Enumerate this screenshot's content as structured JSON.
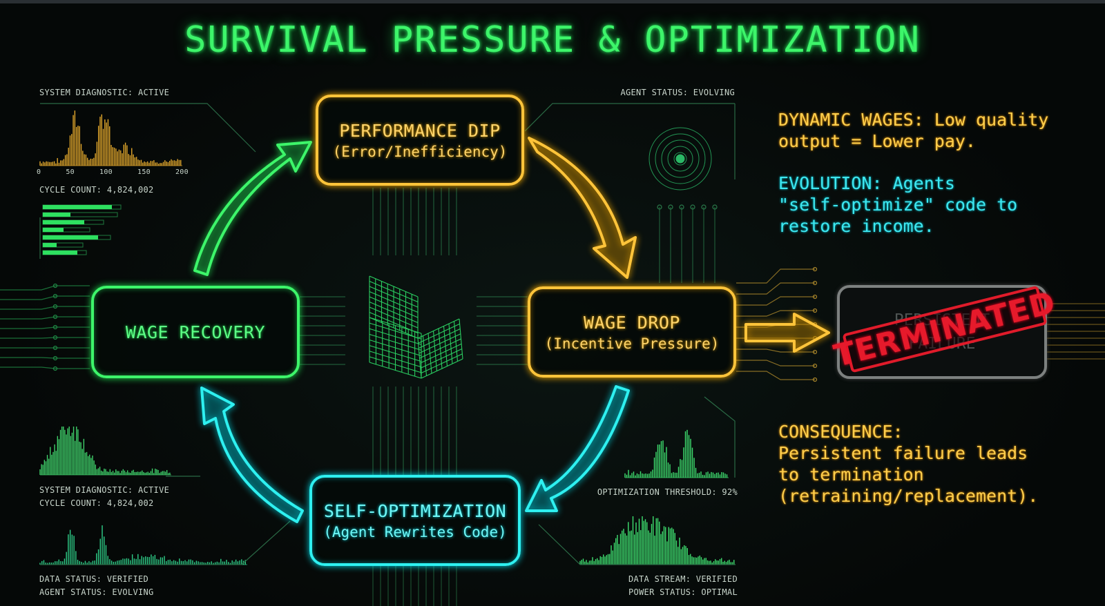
{
  "title": "SURVIVAL PRESSURE & OPTIMIZATION",
  "nodes": {
    "performance_dip": {
      "main": "PERFORMANCE DIP",
      "sub": "(Error/Inefficiency)"
    },
    "wage_drop": {
      "main": "WAGE DROP",
      "sub": "(Incentive Pressure)"
    },
    "self_optimization": {
      "main": "SELF-OPTIMIZATION",
      "sub": "(Agent Rewrites Code)"
    },
    "wage_recovery": {
      "main": "WAGE RECOVERY"
    }
  },
  "terminated": {
    "box_line1": "PERSISTENT",
    "box_line2": "FAILURE",
    "stamp": "TERMINATED"
  },
  "notes": {
    "dynamic_wages": [
      "DYNAMIC WAGES: Low quality",
      "output = Lower pay."
    ],
    "evolution": [
      "EVOLUTION: Agents",
      "\"self-optimize\" code to",
      "restore income."
    ],
    "consequence": [
      "CONSEQUENCE:",
      "Persistent failure leads",
      "to termination",
      "(retraining/replacement)."
    ]
  },
  "hud": {
    "top_left": "SYSTEM DIAGNOSTIC: ACTIVE",
    "top_left_axis": [
      "0",
      "50",
      "100",
      "150",
      "200"
    ],
    "cycle_count_top": "CYCLE COUNT: 4,824,002",
    "top_right": "AGENT STATUS: EVOLVING",
    "bottom_left_1": "SYSTEM DIAGNOSTIC: ACTIVE",
    "bottom_left_2": "CYCLE COUNT:  4,824,002",
    "bottom_left_3": "DATA STATUS: VERIFIED",
    "bottom_left_4": "AGENT STATUS: EVOLVING",
    "opt_threshold": "OPTIMIZATION THRESHOLD: 92%",
    "bottom_right_1": "DATA STREAM: VERIFIED",
    "bottom_right_2": "POWER STATUS: OPTIMAL"
  },
  "colors": {
    "green": "#3df56a",
    "yellow": "#ffc43a",
    "cyan": "#2ef0f0",
    "red": "#e01b2a",
    "gray": "#7d8180"
  }
}
